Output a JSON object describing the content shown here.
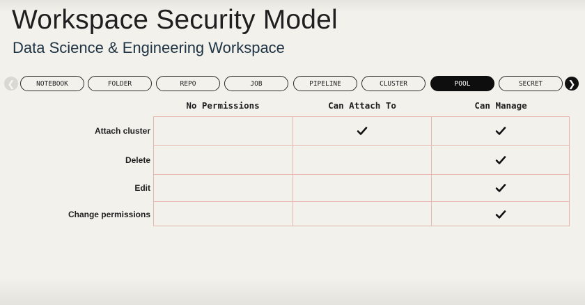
{
  "header": {
    "title": "Workspace Security Model",
    "subtitle": "Data Science & Engineering Workspace"
  },
  "tabs": {
    "items": [
      {
        "label": "NOTEBOOK",
        "active": false
      },
      {
        "label": "FOLDER",
        "active": false
      },
      {
        "label": "REPO",
        "active": false
      },
      {
        "label": "JOB",
        "active": false
      },
      {
        "label": "PIPELINE",
        "active": false
      },
      {
        "label": "CLUSTER",
        "active": false
      },
      {
        "label": "POOL",
        "active": true
      },
      {
        "label": "SECRET",
        "active": false
      }
    ],
    "prev_icon": "chevron-left-icon",
    "next_icon": "chevron-right-icon"
  },
  "table": {
    "columns": [
      "No Permissions",
      "Can Attach To",
      "Can Manage"
    ],
    "rows": [
      {
        "label": "Attach cluster",
        "checks": [
          false,
          true,
          true
        ]
      },
      {
        "label": "Delete",
        "checks": [
          false,
          false,
          true
        ]
      },
      {
        "label": "Edit",
        "checks": [
          false,
          false,
          true
        ]
      },
      {
        "label": "Change permissions",
        "checks": [
          false,
          false,
          true
        ]
      }
    ]
  },
  "colors": {
    "background": "#f2f1ec",
    "grid_line": "#e7b6ad",
    "active_tab": "#0e0e0e",
    "subtitle": "#1e3344"
  }
}
